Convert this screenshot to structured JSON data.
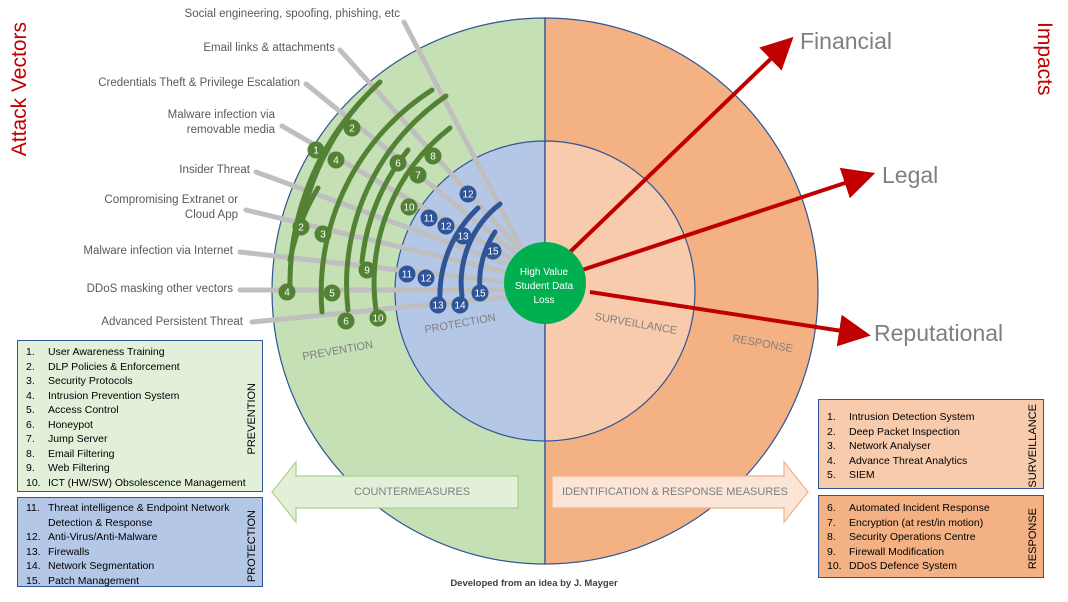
{
  "titles": {
    "attack_vectors": "Attack Vectors",
    "impacts": "Impacts"
  },
  "impacts": [
    "Financial",
    "Legal",
    "Reputational"
  ],
  "attack_vectors": [
    "Social engineering, spoofing, phishing, etc",
    "Email links & attachments",
    "Credentials Theft & Privilege Escalation",
    "Malware infection via removable media",
    "Insider Threat",
    "Compromising Extranet or Cloud App",
    "Malware infection via Internet",
    "DDoS masking other vectors",
    "Advanced Persistent Threat"
  ],
  "center": {
    "label": "High Value Student Data Loss"
  },
  "zones": {
    "prevention": "PREVENTION",
    "protection": "PROTECTION",
    "surveillance": "SURVEILLANCE",
    "response": "RESPONSE"
  },
  "arrows": {
    "left": "COUNTERMEASURES",
    "right": "IDENTIFICATION & RESPONSE MEASURES"
  },
  "prevention_box": {
    "title": "PREVENTION",
    "items": [
      "User Awareness Training",
      "DLP Policies & Enforcement",
      "Security Protocols",
      "Intrusion Prevention System",
      "Access Control",
      "Honeypot",
      "Jump Server",
      "Email Filtering",
      "Web Filtering",
      "ICT (HW/SW) Obsolescence Management"
    ]
  },
  "protection_box": {
    "title": "PROTECTION",
    "items": [
      "Threat intelligence & Endpoint Network Detection & Response",
      "Anti-Virus/Anti-Malware",
      "Firewalls",
      "Network Segmentation",
      "Patch Management"
    ]
  },
  "surveillance_box": {
    "title": "SURVEILLANCE",
    "items": [
      "Intrusion Detection System",
      "Deep Packet Inspection",
      "Network Analyser",
      "Advance Threat Analytics",
      "SIEM"
    ]
  },
  "response_box": {
    "title": "RESPONSE",
    "items": [
      "Automated Incident Response",
      "Encryption (at rest/in motion)",
      "Security Operations Centre",
      "Firewall Modification",
      "DDoS Defence System"
    ]
  },
  "markers": {
    "green": [
      "1",
      "2",
      "3",
      "4",
      "5",
      "6",
      "7",
      "8",
      "9",
      "10"
    ],
    "blue": [
      "11",
      "12",
      "13",
      "14",
      "15"
    ]
  },
  "footer": "Developed from an idea by J. Mayger",
  "colors": {
    "prevention": "#c5e0b4",
    "protection": "#b4c7e7",
    "surveillance": "#f8cbad",
    "response": "#f4b183",
    "green_arc": "#548235",
    "blue_arc": "#2f5597",
    "center": "#00b050",
    "impact_arrow": "#c00000"
  }
}
